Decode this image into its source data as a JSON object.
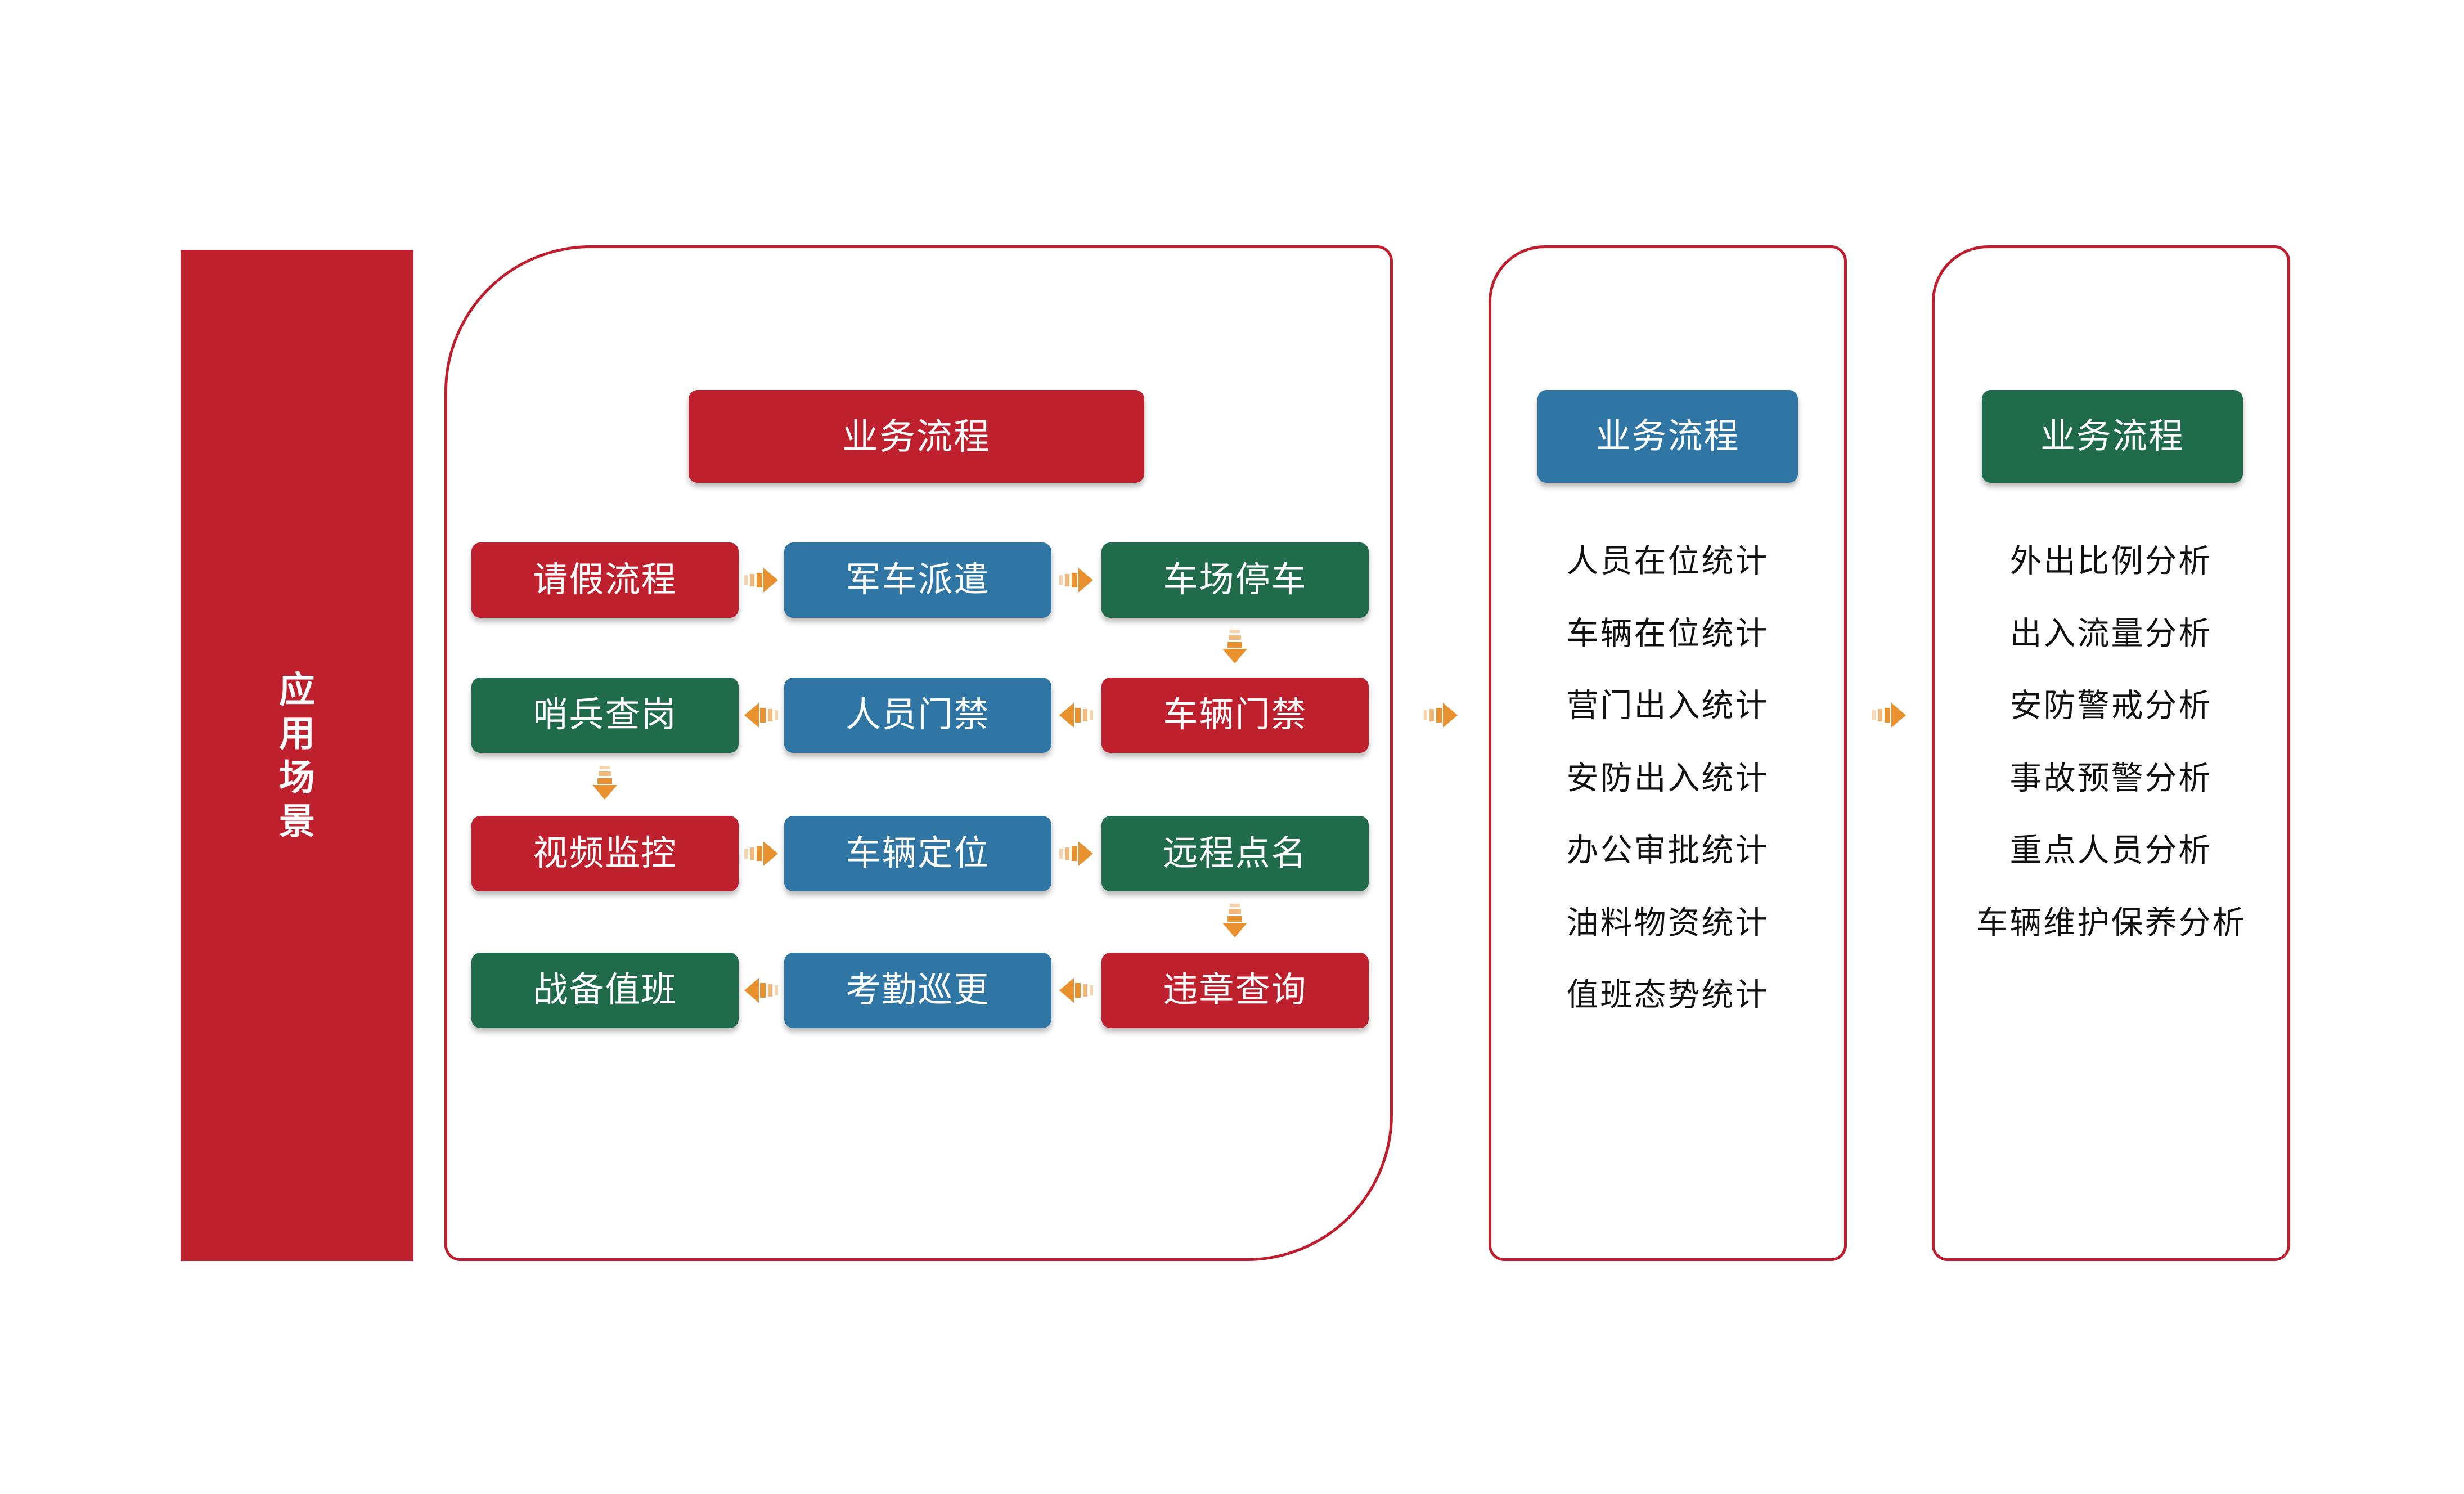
{
  "colors": {
    "red": "#BE202E",
    "blue": "#3076A5",
    "green": "#206B4C",
    "orange_arrow": "#E9912F",
    "panel_border": "#C01E2E",
    "box_text": "#FFFFFF",
    "list_text": "#111111",
    "background": "#FFFFFF"
  },
  "sidebar": {
    "title": "应用场景",
    "chars": [
      "应",
      "用",
      "场",
      "景"
    ]
  },
  "panels": {
    "scenario": {
      "header": "业务流程",
      "rows": [
        {
          "flow": "right",
          "cells": [
            {
              "label": "请假流程",
              "variant": "red"
            },
            {
              "label": "军车派遣",
              "variant": "blue"
            },
            {
              "label": "车场停车",
              "variant": "green"
            }
          ]
        },
        {
          "flow": "left",
          "cells": [
            {
              "label": "哨兵查岗",
              "variant": "green"
            },
            {
              "label": "人员门禁",
              "variant": "blue"
            },
            {
              "label": "车辆门禁",
              "variant": "red"
            }
          ]
        },
        {
          "flow": "right",
          "cells": [
            {
              "label": "视频监控",
              "variant": "red"
            },
            {
              "label": "车辆定位",
              "variant": "blue"
            },
            {
              "label": "远程点名",
              "variant": "green"
            }
          ]
        },
        {
          "flow": "left",
          "cells": [
            {
              "label": "战备值班",
              "variant": "green"
            },
            {
              "label": "考勤巡更",
              "variant": "blue"
            },
            {
              "label": "违章查询",
              "variant": "red"
            }
          ]
        }
      ]
    },
    "statistics": {
      "header": "业务流程",
      "items": [
        "人员在位统计",
        "车辆在位统计",
        "营门出入统计",
        "安防出入统计",
        "办公审批统计",
        "油料物资统计",
        "值班态势统计"
      ]
    },
    "analysis": {
      "header": "业务流程",
      "items": [
        "外出比例分析",
        "出入流量分析",
        "安防警戒分析",
        "事故预警分析",
        "重点人员分析",
        "车辆维护保养分析"
      ]
    }
  }
}
